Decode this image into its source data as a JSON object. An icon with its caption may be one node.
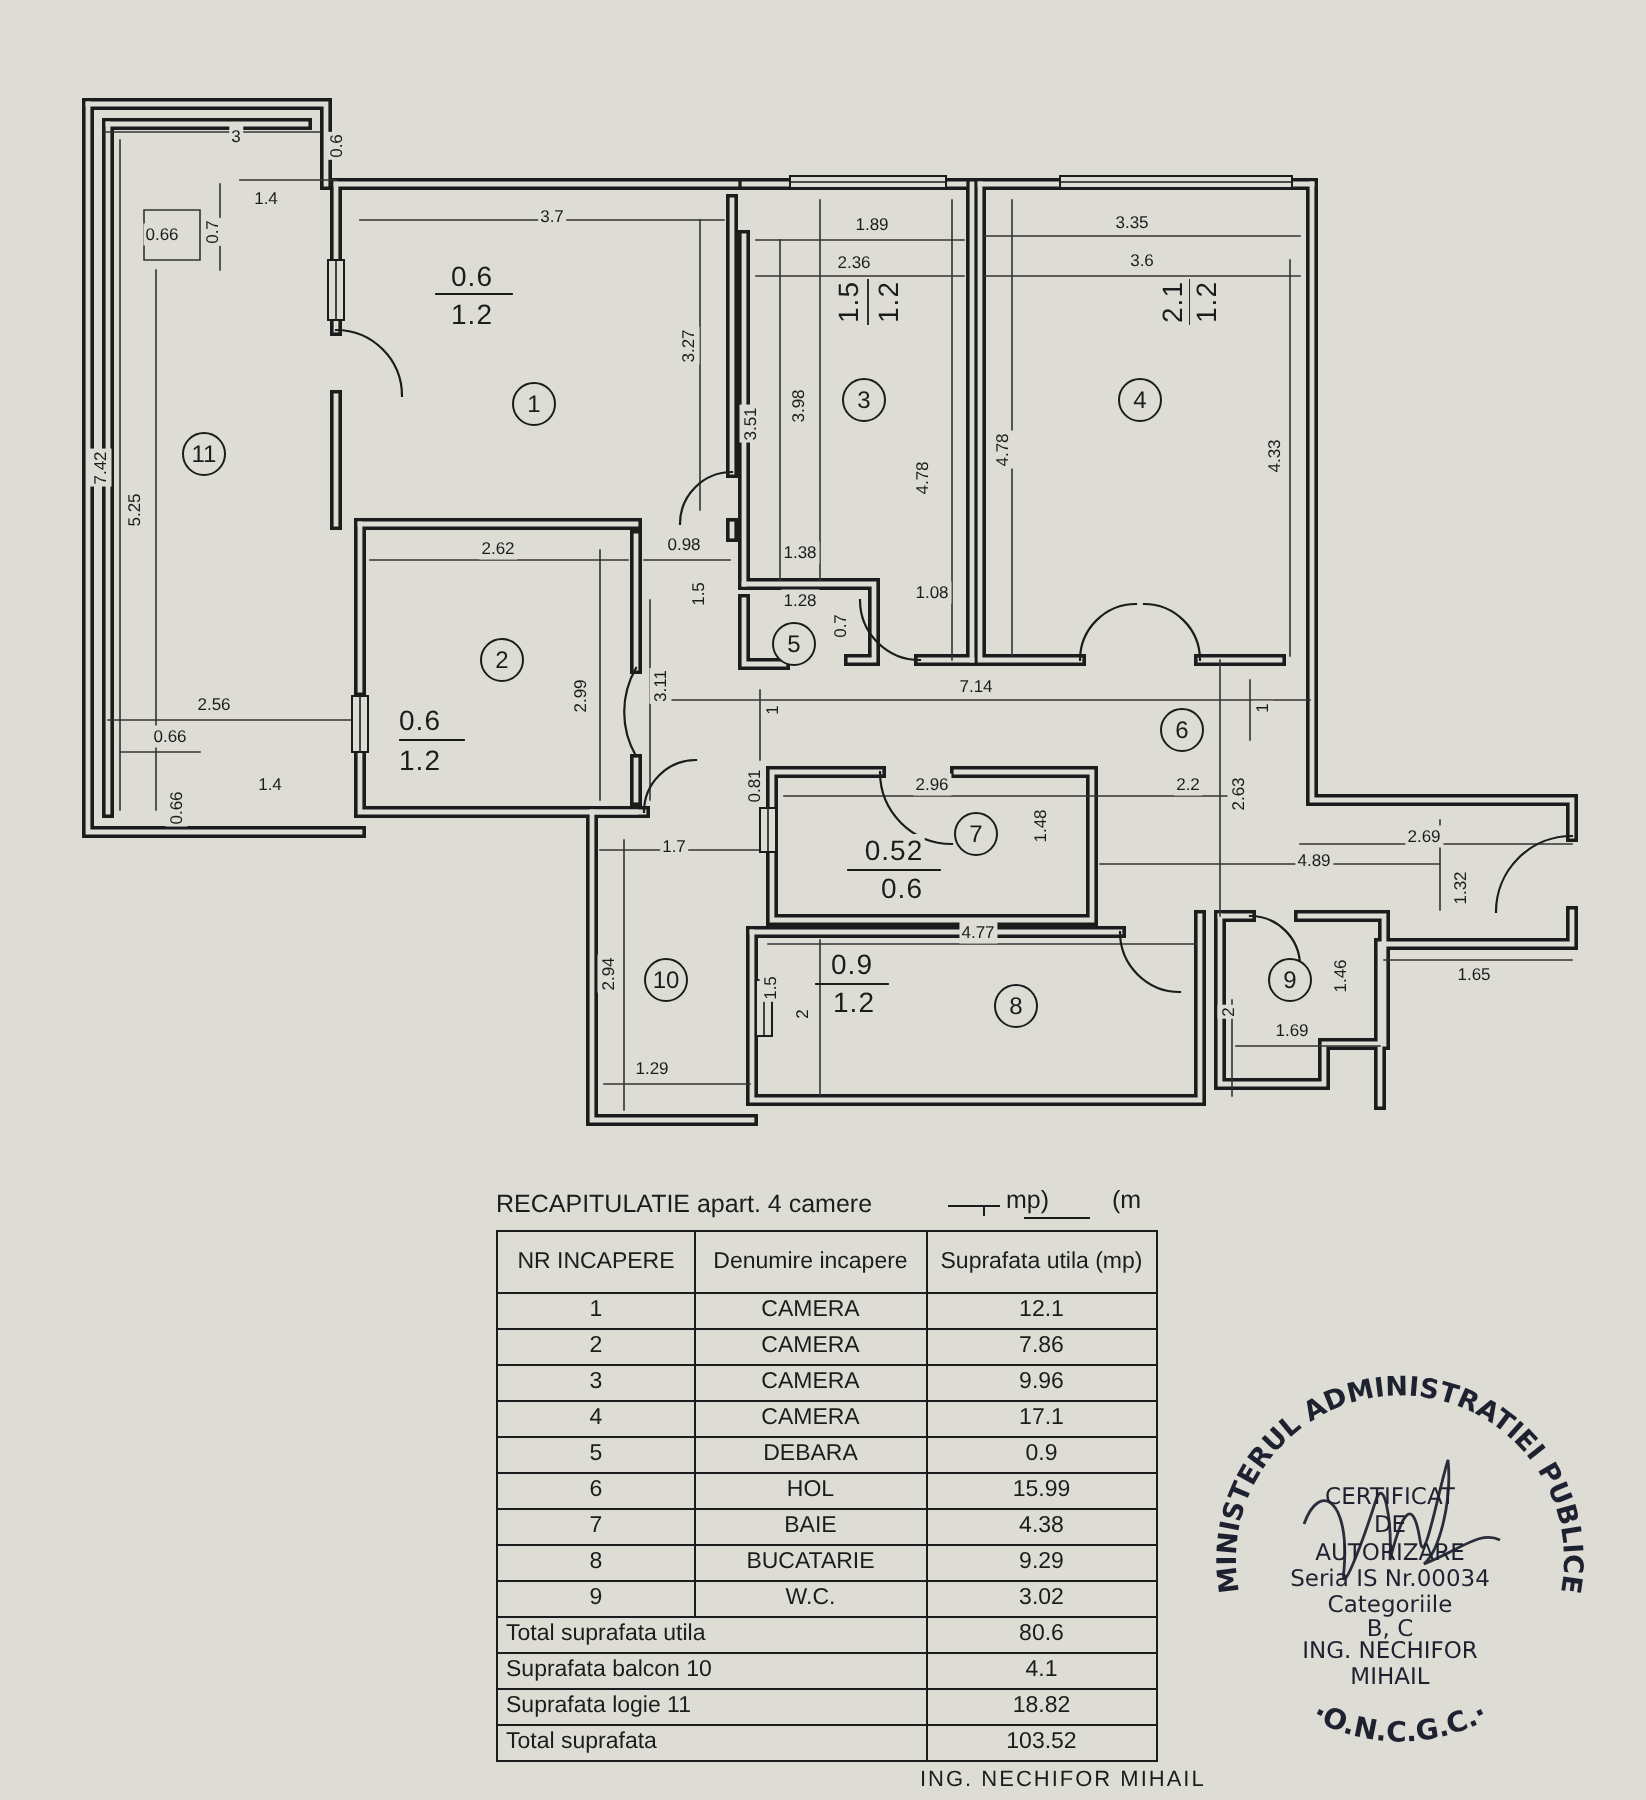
{
  "diagram": {
    "title": "RECAPITULATIE apart. 4 camere",
    "nodes": [
      {
        "text": [
          "1"
        ]
      },
      {
        "text": [
          "3"
        ]
      },
      {
        "text": [
          "4"
        ]
      },
      {
        "text": [
          "11"
        ]
      },
      {
        "text": [
          "5"
        ]
      },
      {
        "text": [
          "2"
        ]
      },
      {
        "text": [
          "6"
        ]
      },
      {
        "text": [
          "7"
        ]
      },
      {
        "text": [
          "10"
        ]
      },
      {
        "text": [
          "9"
        ]
      },
      {
        "text": [
          "8"
        ]
      }
    ],
    "labels": [
      "3",
      "0.6",
      "1.4",
      "0.66",
      "0.7",
      "3.7",
      "0.6",
      "1.2",
      "1.89",
      "2.36",
      "3.35",
      "3.6",
      "1.5",
      "1.2",
      "2.1",
      "1.2",
      "3.27",
      "3.98",
      "3.51",
      "7.42",
      "4.78",
      "4.78",
      "4.33",
      "5.25",
      "2.62",
      "0.98",
      "1.38",
      "1.5",
      "1.28",
      "1.08",
      "0.7",
      "2.56",
      "0.6",
      "2.99",
      "3.11",
      "1",
      "7.14",
      "1",
      "0.66",
      "1.2",
      "1.4",
      "2.96",
      "2.2",
      "0.81",
      "2.63",
      "0.66",
      "1.48",
      "2.69",
      "1.7",
      "0.52",
      "4.89",
      "1.32",
      "0.6",
      "4.77",
      "0.9",
      "1.65",
      "2.94",
      "1.46",
      "1.5",
      "1.2",
      "2",
      "2",
      "1.69",
      "1.29",
      "mp)",
      "(m",
      "NR INCAPERE",
      "Denumire incapere",
      "Suprafata utila (mp)",
      "1",
      "CAMERA",
      "12.1",
      "2",
      "CAMERA",
      "7.86",
      "3",
      "CAMERA",
      "9.96",
      "4",
      "CAMERA",
      "17.1",
      "5",
      "DEBARA",
      "0.9",
      "6",
      "HOL",
      "15.99",
      "7",
      "BAIE",
      "4.38",
      "8",
      "BUCATARIE",
      "9.29",
      "9",
      "W.C.",
      "3.02",
      "Total suprafata utila",
      "80.6",
      "Suprafata balcon 10",
      "4.1",
      "Suprafata logie 11",
      "18.82",
      "Total suprafata",
      "103.52",
      "MINISTERUL ADMINISTRATIEI PUBLICE",
      "·O.N.C.G.C.·",
      "CERTIFICAT",
      "DE",
      "AUTORIZARE",
      "Seria IS Nr.00034",
      "Categoriile",
      "B, C",
      "ING. NECHIFOR",
      "MIHAIL",
      "ING. NECHIFOR MIHAIL"
    ]
  }
}
